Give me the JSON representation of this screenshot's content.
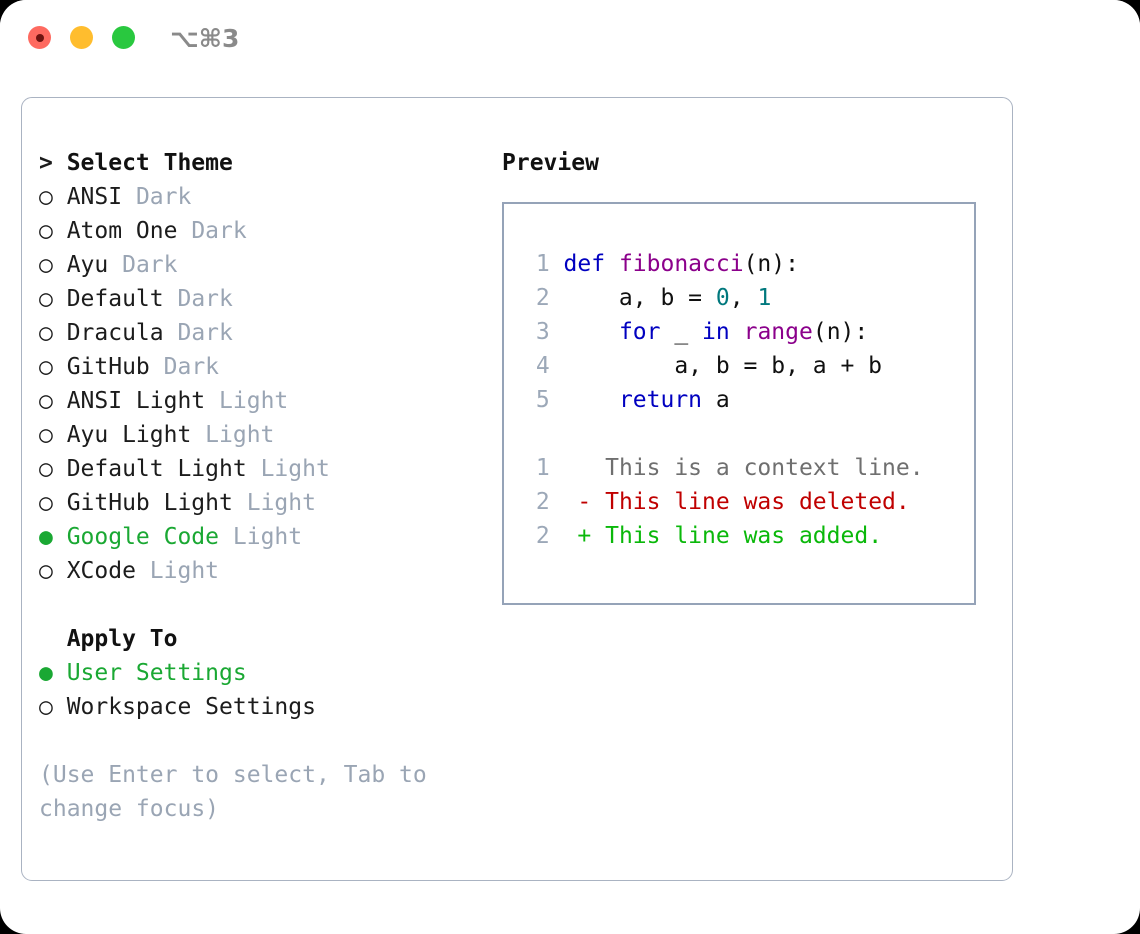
{
  "window": {
    "shortcut": "⌥⌘3",
    "traffic_lights": [
      {
        "name": "close",
        "color": "#fe6a60"
      },
      {
        "name": "minimize",
        "color": "#ffbd2e"
      },
      {
        "name": "maximize",
        "color": "#29c83f"
      }
    ]
  },
  "theme_picker": {
    "heading_marker": "> ",
    "heading": "Select Theme",
    "unselected_marker": "○ ",
    "selected_marker": "● ",
    "items": [
      {
        "name": "ANSI",
        "kind": "Dark",
        "selected": false
      },
      {
        "name": "Atom One",
        "kind": "Dark",
        "selected": false
      },
      {
        "name": "Ayu",
        "kind": "Dark",
        "selected": false
      },
      {
        "name": "Default",
        "kind": "Dark",
        "selected": false
      },
      {
        "name": "Dracula",
        "kind": "Dark",
        "selected": false
      },
      {
        "name": "GitHub",
        "kind": "Dark",
        "selected": false
      },
      {
        "name": "ANSI Light",
        "kind": "Light",
        "selected": false
      },
      {
        "name": "Ayu Light",
        "kind": "Light",
        "selected": false
      },
      {
        "name": "Default Light",
        "kind": "Light",
        "selected": false
      },
      {
        "name": "GitHub Light",
        "kind": "Light",
        "selected": false
      },
      {
        "name": "Google Code",
        "kind": "Light",
        "selected": true
      },
      {
        "name": "XCode",
        "kind": "Light",
        "selected": false
      }
    ]
  },
  "apply_to": {
    "heading": "Apply To",
    "options": [
      {
        "label": "User Settings",
        "selected": true
      },
      {
        "label": "Workspace Settings",
        "selected": false
      }
    ]
  },
  "help": {
    "text": "(Use Enter to select, Tab to change focus)"
  },
  "preview": {
    "heading": "Preview",
    "code_lines": [
      {
        "lineno": "1",
        "tokens": [
          {
            "text": "def ",
            "type": "kw"
          },
          {
            "text": "fibonacci",
            "type": "fn"
          },
          {
            "text": "(n):",
            "type": "plain"
          }
        ]
      },
      {
        "lineno": "2",
        "tokens": [
          {
            "text": "    a, b = ",
            "type": "plain"
          },
          {
            "text": "0",
            "type": "num"
          },
          {
            "text": ", ",
            "type": "plain"
          },
          {
            "text": "1",
            "type": "num"
          }
        ]
      },
      {
        "lineno": "3",
        "tokens": [
          {
            "text": "    ",
            "type": "plain"
          },
          {
            "text": "for",
            "type": "kw"
          },
          {
            "text": " _ ",
            "type": "plain"
          },
          {
            "text": "in",
            "type": "kw"
          },
          {
            "text": " ",
            "type": "plain"
          },
          {
            "text": "range",
            "type": "builtin"
          },
          {
            "text": "(n):",
            "type": "plain"
          }
        ]
      },
      {
        "lineno": "4",
        "tokens": [
          {
            "text": "        a, b = b, a + b",
            "type": "plain"
          }
        ]
      },
      {
        "lineno": "5",
        "tokens": [
          {
            "text": "    ",
            "type": "plain"
          },
          {
            "text": "return",
            "type": "kw"
          },
          {
            "text": " a",
            "type": "plain"
          }
        ]
      }
    ],
    "diff_lines": [
      {
        "lineno": "1",
        "sign": "  ",
        "text": "This is a context line.",
        "type": "context"
      },
      {
        "lineno": "2",
        "sign": "- ",
        "text": "This line was deleted.",
        "type": "del"
      },
      {
        "lineno": "2",
        "sign": "+ ",
        "text": "This line was added.",
        "type": "add"
      }
    ]
  },
  "colors": {
    "accent_green": "#1aa833",
    "muted": "#9aa5b4",
    "border": "#95a3b8",
    "keyword": "#0000c0",
    "function": "#8b008b",
    "number": "#00787d",
    "diff_add": "#0ab80a",
    "diff_del": "#c00000"
  }
}
